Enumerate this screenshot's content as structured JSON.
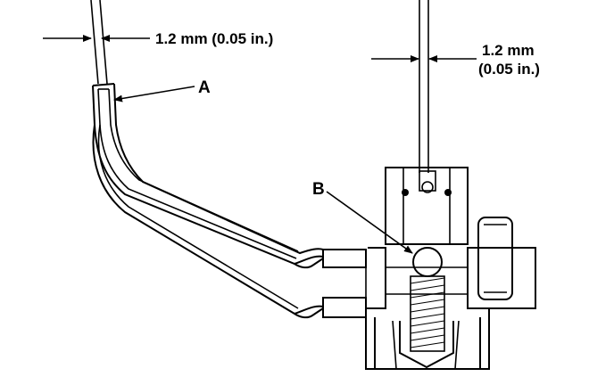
{
  "labels": {
    "gauge_left": "1.2 mm (0.05 in.)",
    "gauge_right_line1": "1.2 mm",
    "gauge_right_line2": "(0.05 in.)",
    "callout_a": "A",
    "callout_b": "B"
  },
  "colors": {
    "ink": "#000000",
    "background": "#ffffff"
  }
}
